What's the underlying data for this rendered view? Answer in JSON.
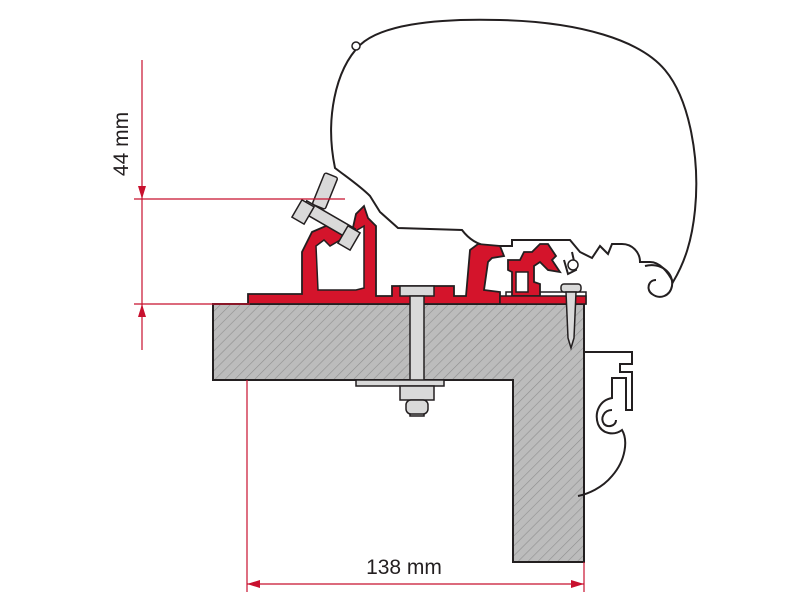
{
  "dimensions": {
    "height_label": "44 mm",
    "width_label": "138 mm"
  },
  "colors": {
    "adapter_red": "#d4142b",
    "dimension_red": "#c8102e",
    "wall_gray": "#bcbcbc",
    "outline": "#231f20",
    "screw_gray": "#d9d9d9"
  },
  "icons": {
    "awning": "awning-cassette-outline",
    "adapter": "mounting-adapter-profile",
    "wall": "vehicle-wall-section",
    "bolt": "bolt-with-nut"
  }
}
